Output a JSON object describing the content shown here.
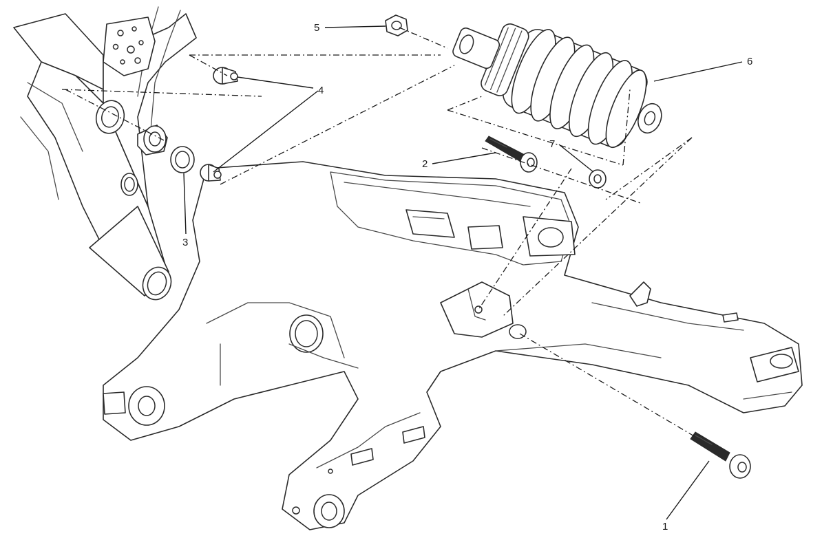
{
  "diagram": {
    "callouts": [
      {
        "id": "1",
        "label": "1"
      },
      {
        "id": "2",
        "label": "2"
      },
      {
        "id": "3",
        "label": "3"
      },
      {
        "id": "4",
        "label": "4"
      },
      {
        "id": "5",
        "label": "5"
      },
      {
        "id": "6",
        "label": "6"
      },
      {
        "id": "7",
        "label": "7"
      }
    ],
    "line_color": "#2a2a2a",
    "background_color": "#ffffff"
  }
}
